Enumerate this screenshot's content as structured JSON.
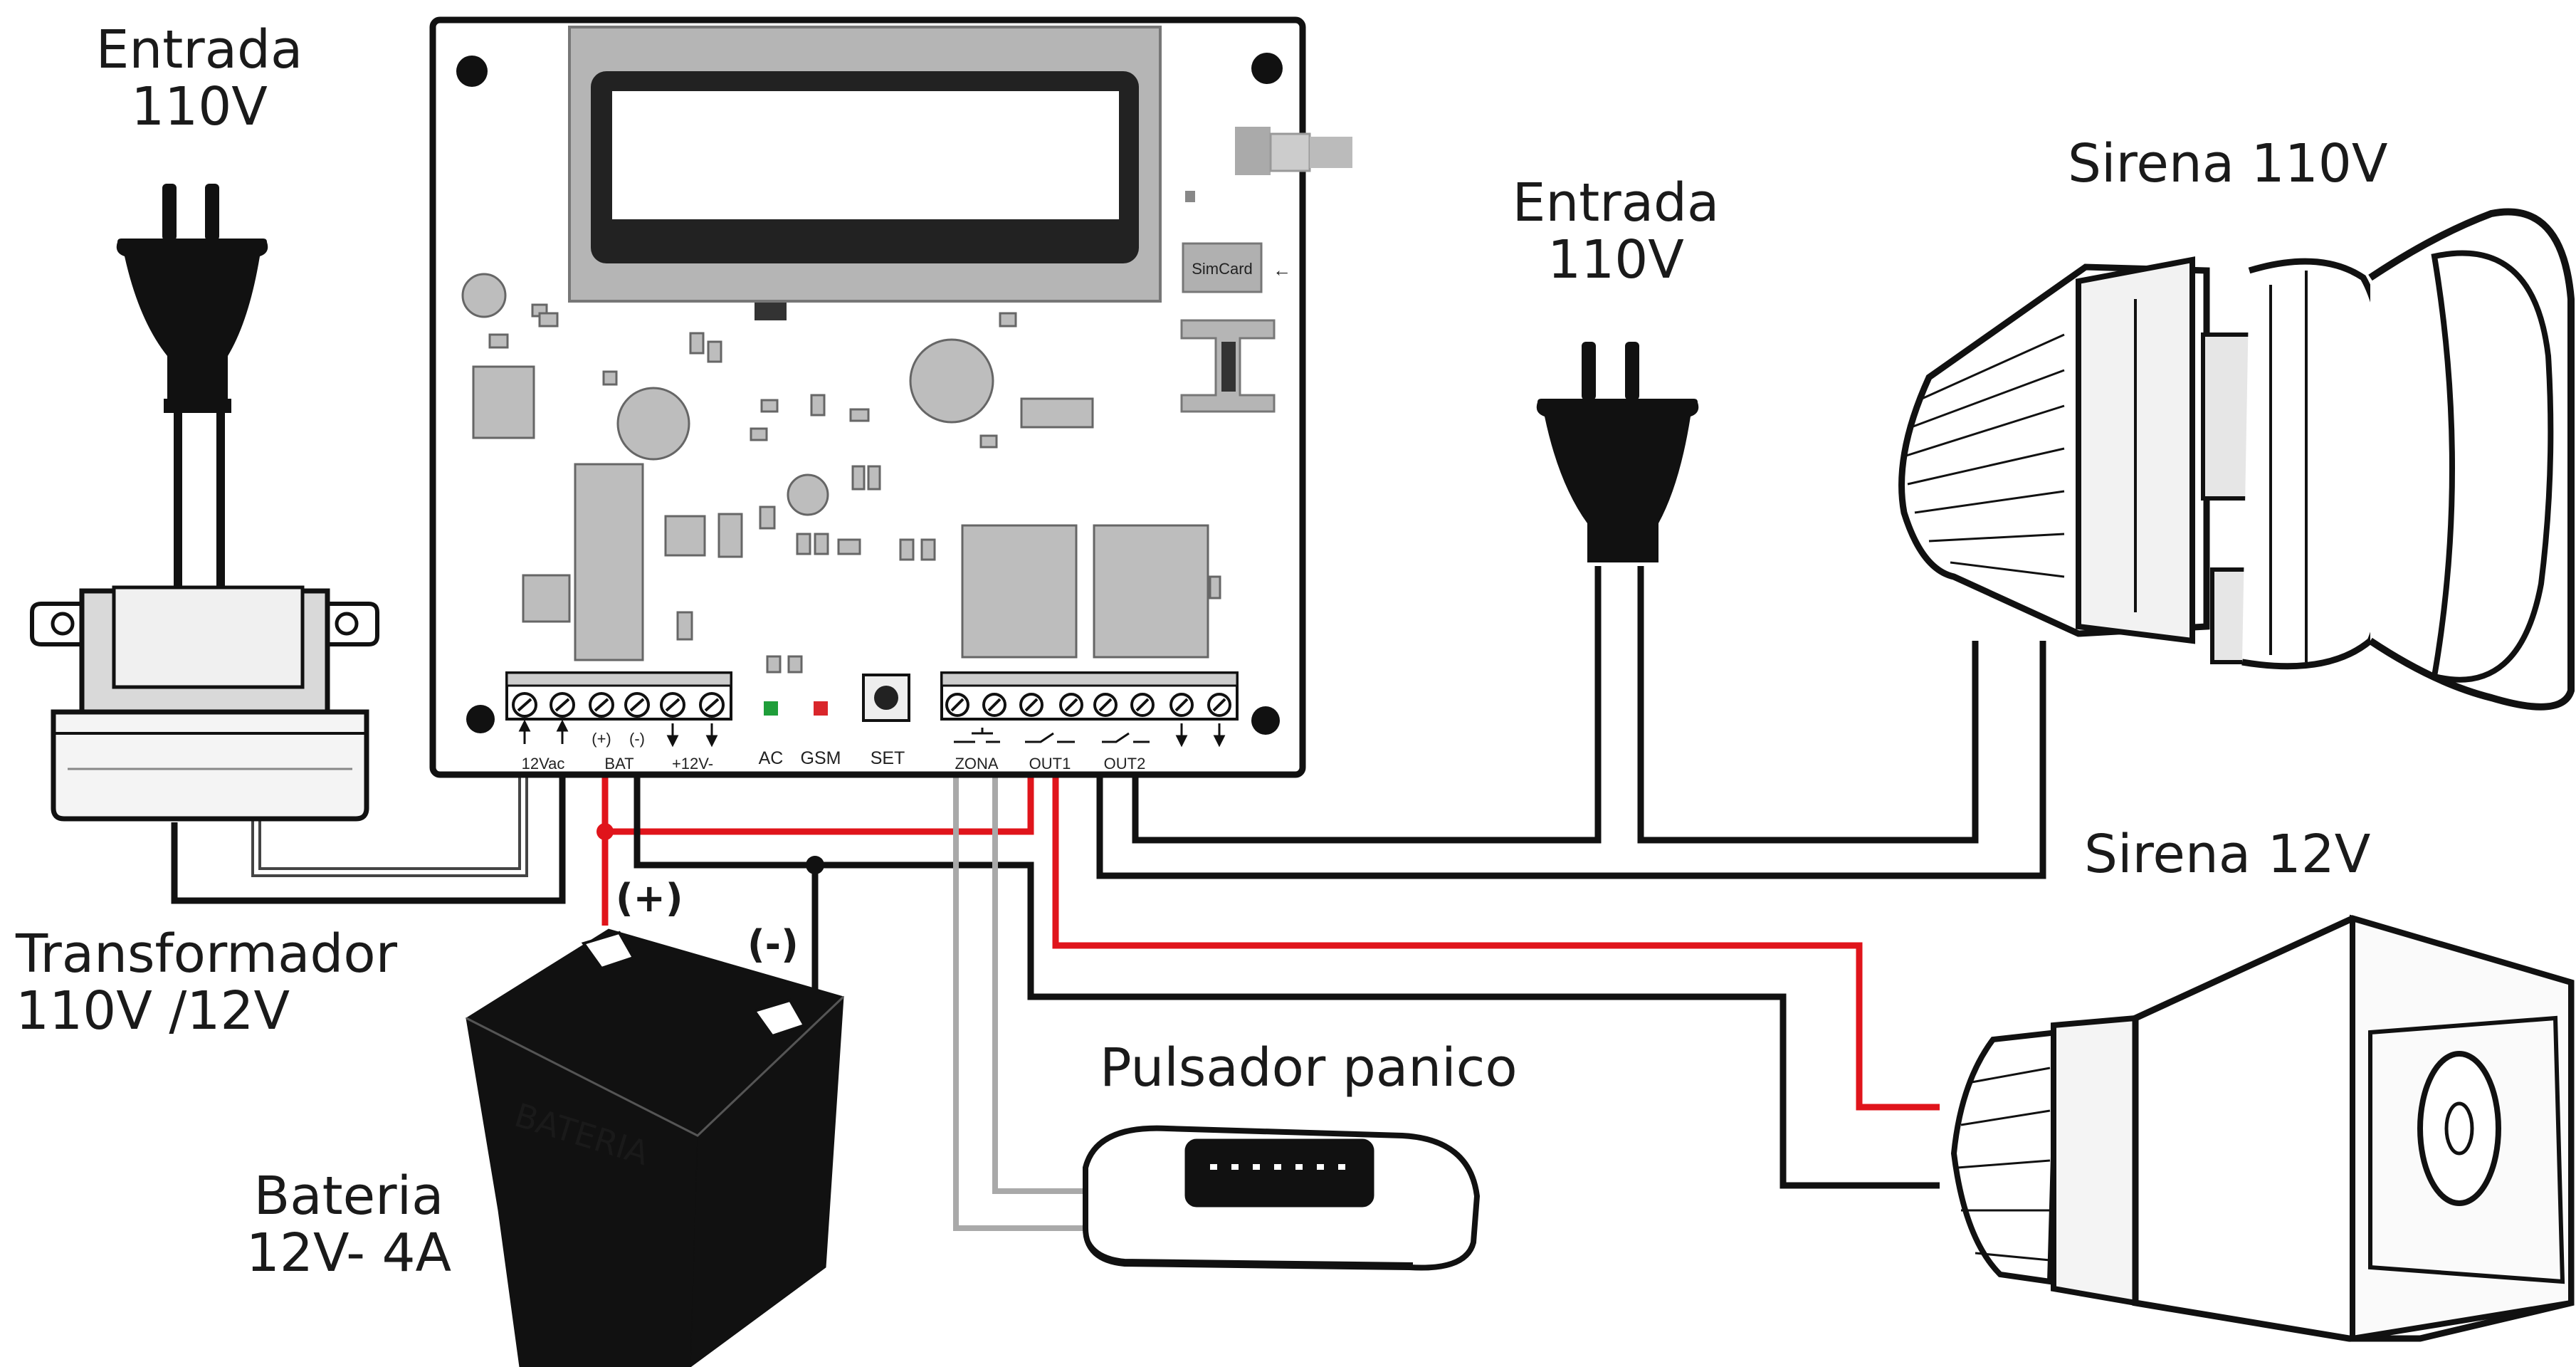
{
  "labels": {
    "entrada_left_1": "Entrada",
    "entrada_left_2": "110V",
    "entrada_right_1": "Entrada",
    "entrada_right_2": "110V",
    "sirena_110": "Sirena 110V",
    "sirena_12": "Sirena 12V",
    "transformador_1": "Transformador",
    "transformador_2": "110V /12V",
    "bateria_1": "Bateria",
    "bateria_2": "12V- 4A",
    "pulsador": "Pulsador panico",
    "bat_plus": "(+)",
    "bat_minus": "(-)",
    "battery_face": "BATERIA"
  },
  "board": {
    "simcard": "SimCard",
    "term_12vac": "12Vac",
    "term_bat": "BAT",
    "term_plus": "(+)",
    "term_minus": "(-)",
    "term_12v": "+12V-",
    "led_ac": "AC",
    "led_gsm": "GSM",
    "set": "SET",
    "zona": "ZONA",
    "out1": "OUT1",
    "out2": "OUT2"
  },
  "colors": {
    "wire_black": "#111111",
    "wire_red": "#e0141b",
    "wire_gray": "#a9a9a9",
    "component_gray": "#bfbfbf",
    "led_green": "#1f9e3a",
    "led_red": "#d9262b"
  }
}
